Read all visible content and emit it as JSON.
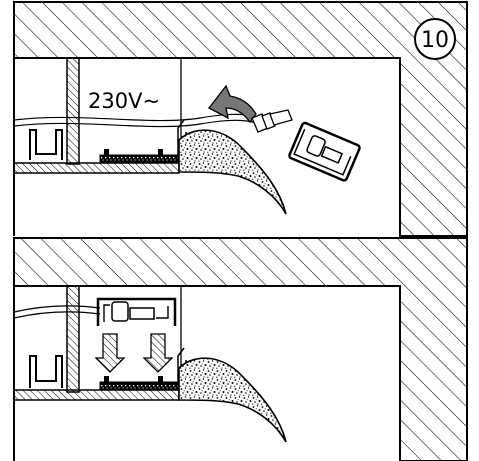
{
  "step": {
    "number": "10"
  },
  "voltage": {
    "label": "230V~"
  },
  "colors": {
    "ink": "#000000",
    "paper": "#ffffff",
    "hatch": "#000000"
  },
  "icons": {
    "insert_arrow": "large-grey-arrow-pointing-up-left",
    "down_arrows": "two-hatched-arrows-pointing-down"
  }
}
